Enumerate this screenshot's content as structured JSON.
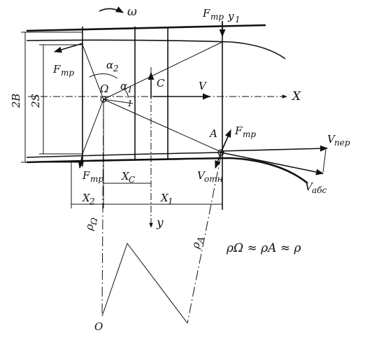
{
  "labels": {
    "omega": "ω",
    "f_tr": "F",
    "f_tr_sub": "тр",
    "y1": "y",
    "y1_sub": "1",
    "two_b": "2B",
    "two_s": "2S",
    "alpha": "α",
    "alpha2_sub": "2",
    "alpha1_sub": "1",
    "omega_center": "Ω",
    "one": "1",
    "c": "C",
    "v": "V",
    "x_axis": "X",
    "a_point": "A",
    "v_per": "V",
    "v_per_sub": "пер",
    "v_otn": "V",
    "v_otn_sub": "отн",
    "v_abs": "V",
    "v_abs_sub": "абс",
    "xc": "X",
    "xc_sub": "C",
    "x2": "X",
    "x2_sub": "2",
    "x1": "X",
    "x1_sub": "1",
    "y_axis": "y",
    "rho": "ρ",
    "rho_omega_sub": "Ω",
    "rho_a_sub": "A",
    "formula": "ρΩ ≈ ρA ≈ ρ",
    "origin": "O"
  }
}
